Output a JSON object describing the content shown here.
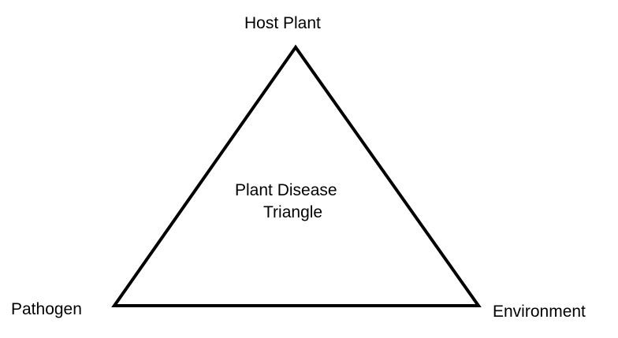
{
  "diagram": {
    "top_label": "Host Plant",
    "left_label": "Pathogen",
    "right_label": "Environment",
    "center_line1": "Plant Disease",
    "center_line2": "Triangle",
    "stroke_color": "#000000"
  }
}
